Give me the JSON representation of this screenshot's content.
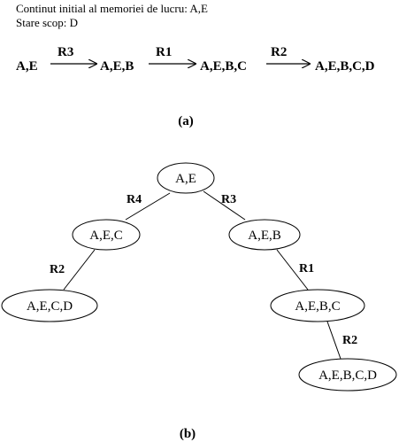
{
  "header": {
    "line1": "Continut initial al memoriei de lucru: A,E",
    "line2": "Stare scop: D"
  },
  "chain": {
    "states": [
      "A,E",
      "A,E,B",
      "A,E,B,C",
      "A,E,B,C,D"
    ],
    "rules": [
      "R3",
      "R1",
      "R2"
    ]
  },
  "caption_a": "(a)",
  "tree": {
    "nodes": {
      "root": "A,E",
      "aec": "A,E,C",
      "aeb": "A,E,B",
      "aecd": "A,E,C,D",
      "aebc": "A,E,B,C",
      "aebcd": "A,E,B,C,D"
    },
    "edges": {
      "root_aec": "R4",
      "root_aeb": "R3",
      "aec_aecd": "R2",
      "aeb_aebc": "R1",
      "aebc_aebcd": "R2"
    }
  },
  "caption_b": "(b)"
}
